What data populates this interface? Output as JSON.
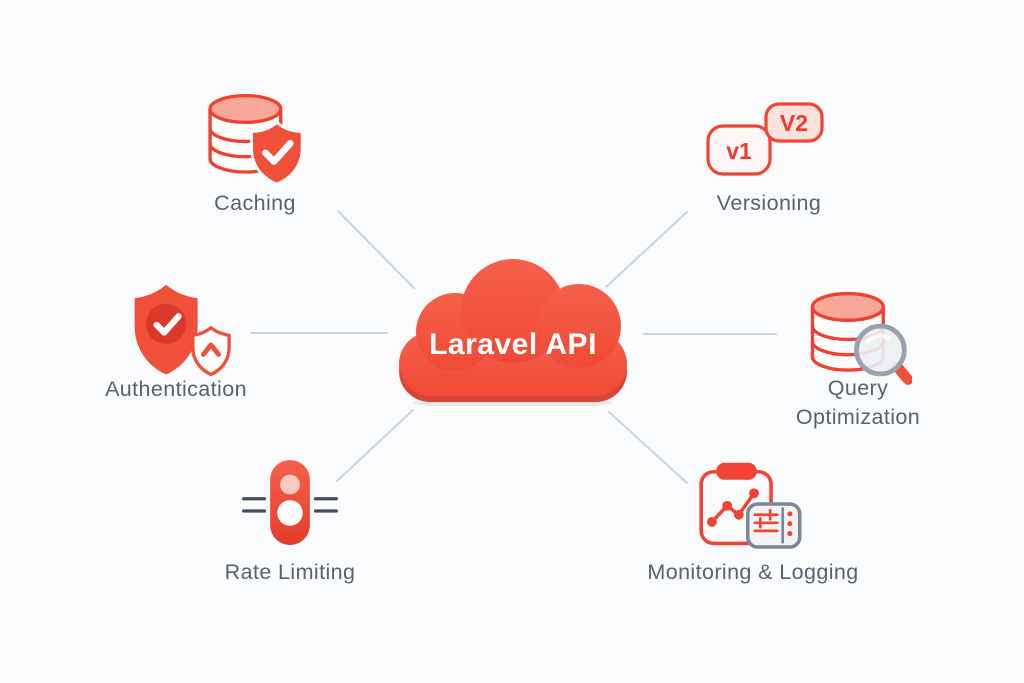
{
  "diagram": {
    "title": "Laravel API feature diagram",
    "center": {
      "label": "Laravel API",
      "shape": "cloud"
    }
  },
  "nodes": [
    {
      "id": "caching",
      "label": "Caching",
      "icon": "database-shield-icon",
      "position": "top-left"
    },
    {
      "id": "versioning",
      "label": "Versioning",
      "icon": "version-tags-icon",
      "position": "top-right",
      "tags": [
        "v1",
        "V2"
      ]
    },
    {
      "id": "authentication",
      "label": "Authentication",
      "icon": "shield-check-icon",
      "position": "left"
    },
    {
      "id": "query-optimization",
      "label": "Query Optimization",
      "icon": "database-search-icon",
      "position": "right"
    },
    {
      "id": "rate-limiting",
      "label": "Rate Limiting",
      "icon": "traffic-signal-icon",
      "position": "bottom-left"
    },
    {
      "id": "monitoring-logging",
      "label": "Monitoring & Logging",
      "icon": "chart-clipboard-icon",
      "position": "bottom-right"
    }
  ],
  "colors": {
    "background": "#fafbfd",
    "accent_red": "#f0503a",
    "outline_red": "#ee4130",
    "dark_red": "#d94534",
    "salmon": "#f8a79b",
    "pink_fill": "#fae2df",
    "label_text": "#59616f",
    "connector_line": "#ccd2de",
    "gray_outline": "#7e8798",
    "white": "#ffffff"
  }
}
